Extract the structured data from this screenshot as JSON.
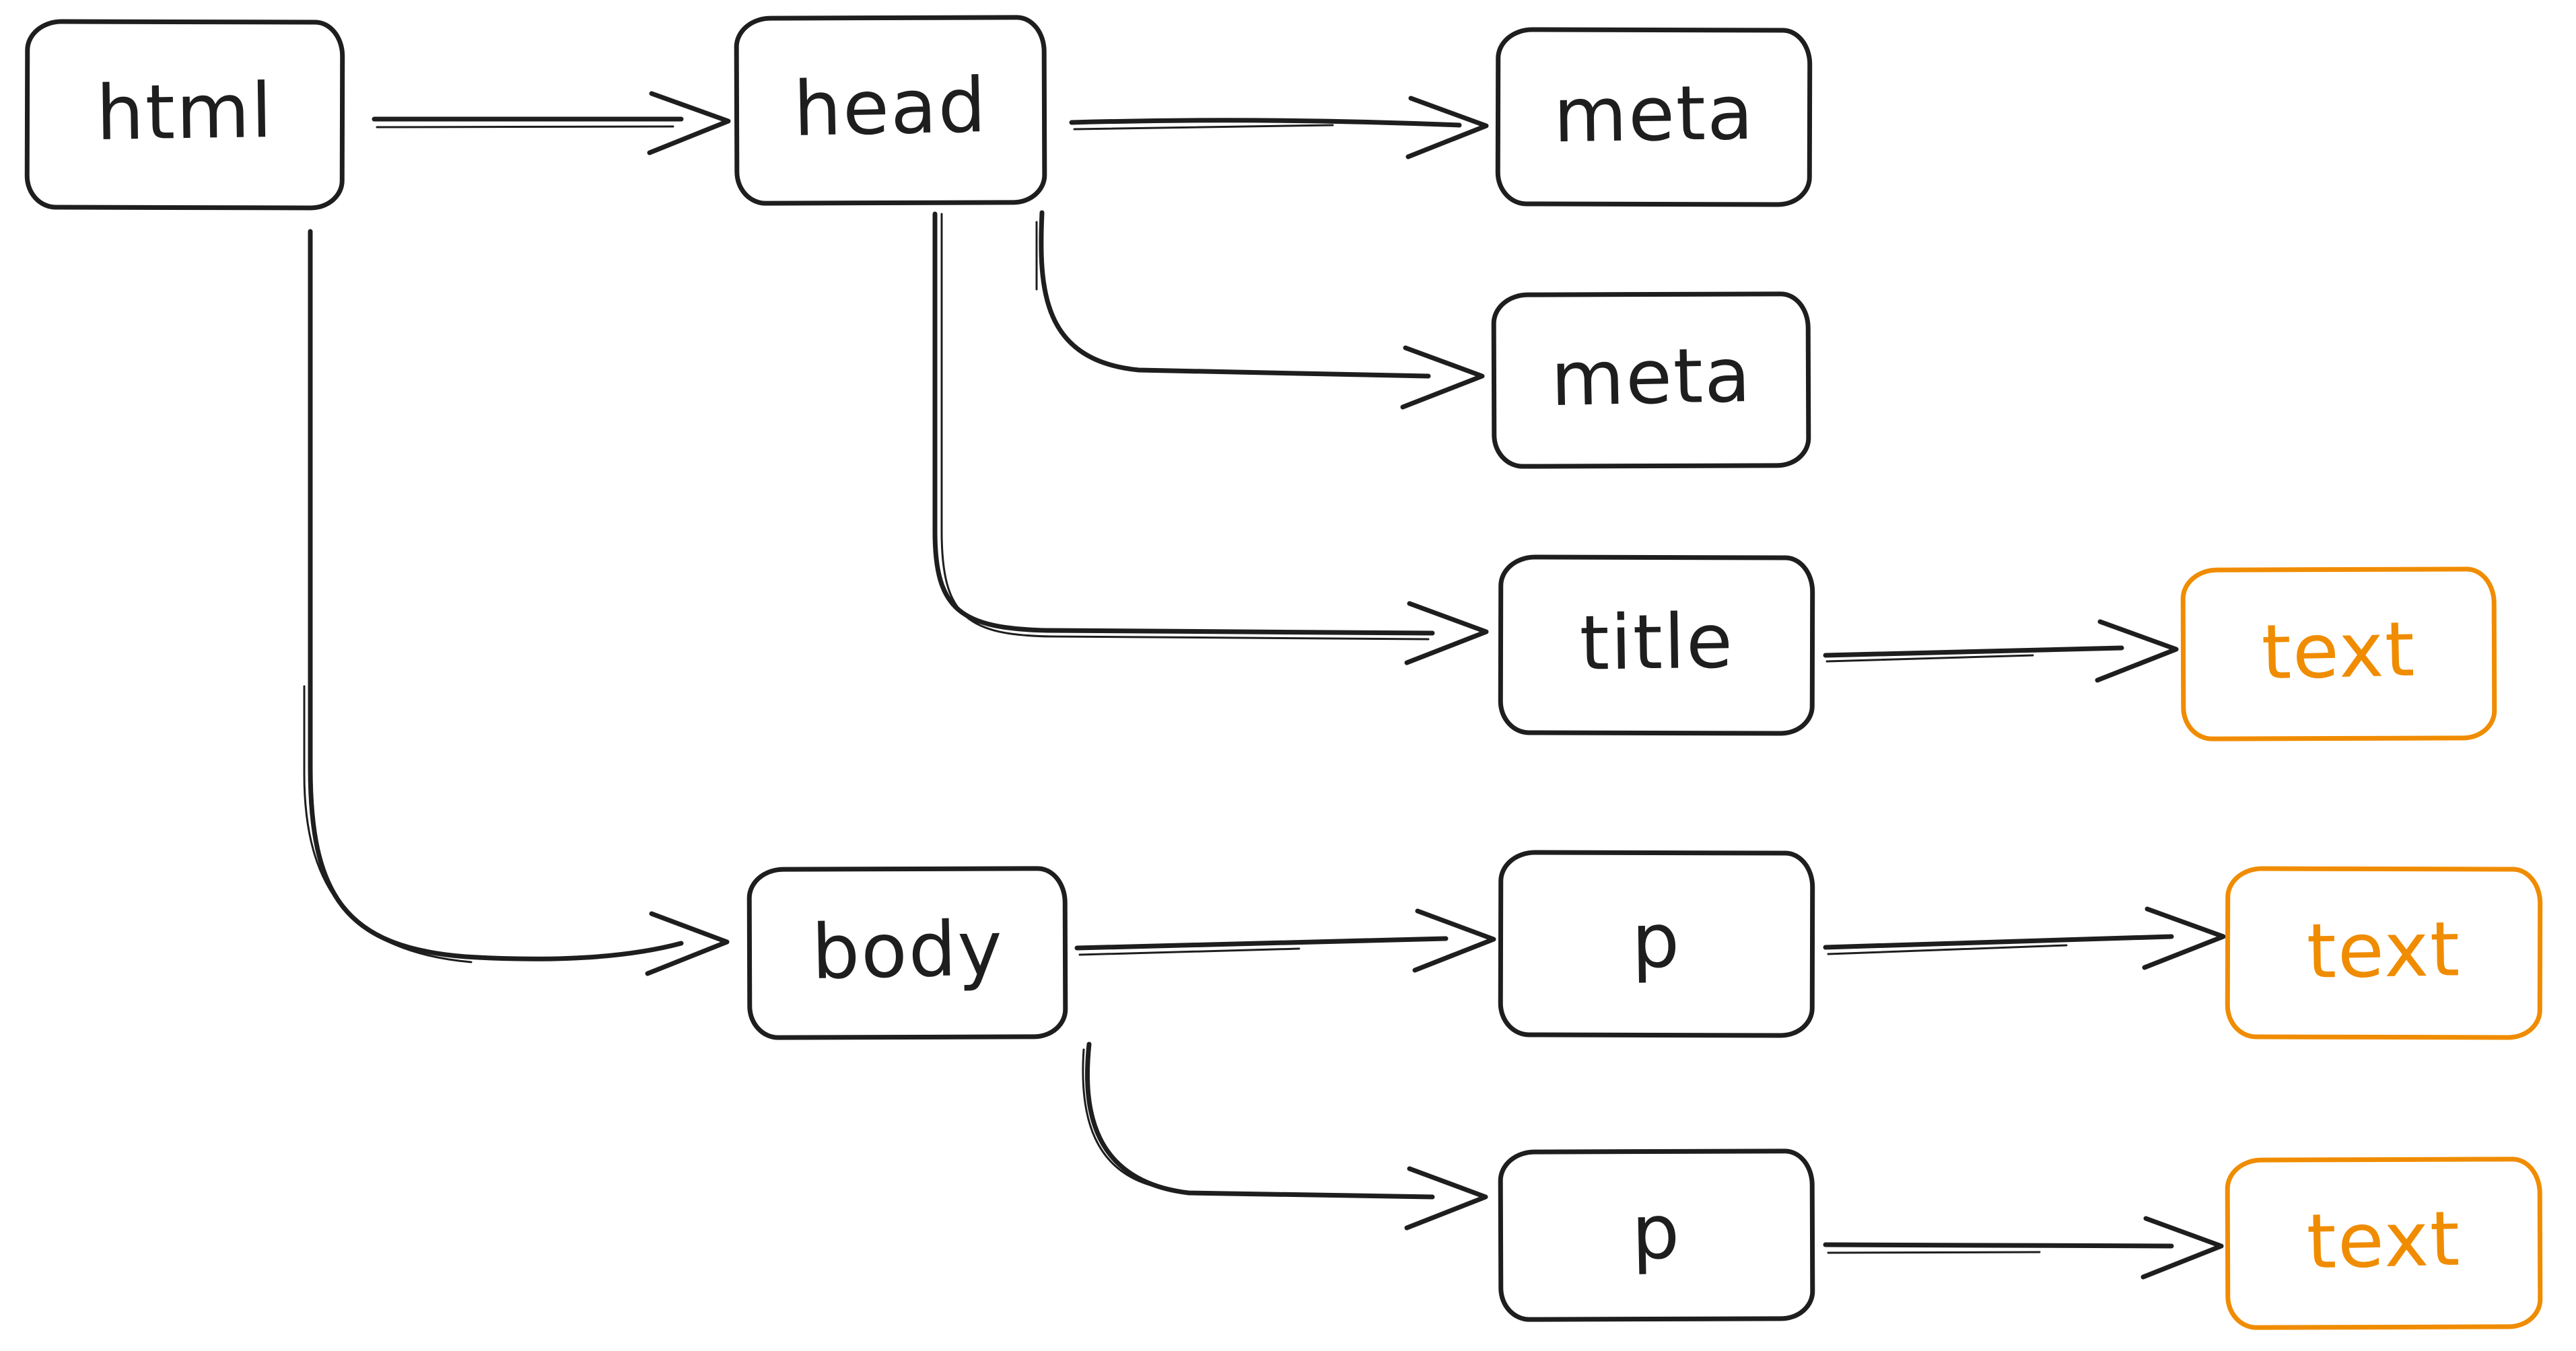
{
  "diagram": {
    "kind": "dom-tree-sketch",
    "description": "Hand-drawn tree diagram of an HTML document structure",
    "colors": {
      "background": "#ffffff",
      "element_stroke": "#1e1e1e",
      "text_node_stroke": "#f08c00"
    },
    "nodes": [
      {
        "id": "html",
        "label": "html",
        "kind": "element"
      },
      {
        "id": "head",
        "label": "head",
        "kind": "element"
      },
      {
        "id": "meta-1",
        "label": "meta",
        "kind": "element"
      },
      {
        "id": "meta-2",
        "label": "meta",
        "kind": "element"
      },
      {
        "id": "title",
        "label": "title",
        "kind": "element"
      },
      {
        "id": "text-title",
        "label": "text",
        "kind": "text-node"
      },
      {
        "id": "body",
        "label": "body",
        "kind": "element"
      },
      {
        "id": "p-1",
        "label": "p",
        "kind": "element"
      },
      {
        "id": "text-p-1",
        "label": "text",
        "kind": "text-node"
      },
      {
        "id": "p-2",
        "label": "p",
        "kind": "element"
      },
      {
        "id": "text-p-2",
        "label": "text",
        "kind": "text-node"
      }
    ],
    "edges": [
      {
        "from": "html",
        "to": "head",
        "style": "straight-double-line-open-arrow"
      },
      {
        "from": "head",
        "to": "meta-1",
        "style": "straight-open-arrow"
      },
      {
        "from": "head",
        "to": "meta-2",
        "style": "curved-open-arrow"
      },
      {
        "from": "head",
        "to": "title",
        "style": "curved-double-line-open-arrow"
      },
      {
        "from": "html",
        "to": "body",
        "style": "curved-open-arrow"
      },
      {
        "from": "body",
        "to": "p-1",
        "style": "straight-open-arrow"
      },
      {
        "from": "body",
        "to": "p-2",
        "style": "curved-open-arrow"
      },
      {
        "from": "title",
        "to": "text-title",
        "style": "straight-open-arrow"
      },
      {
        "from": "p-1",
        "to": "text-p-1",
        "style": "straight-open-arrow"
      },
      {
        "from": "p-2",
        "to": "text-p-2",
        "style": "straight-open-arrow"
      }
    ]
  }
}
